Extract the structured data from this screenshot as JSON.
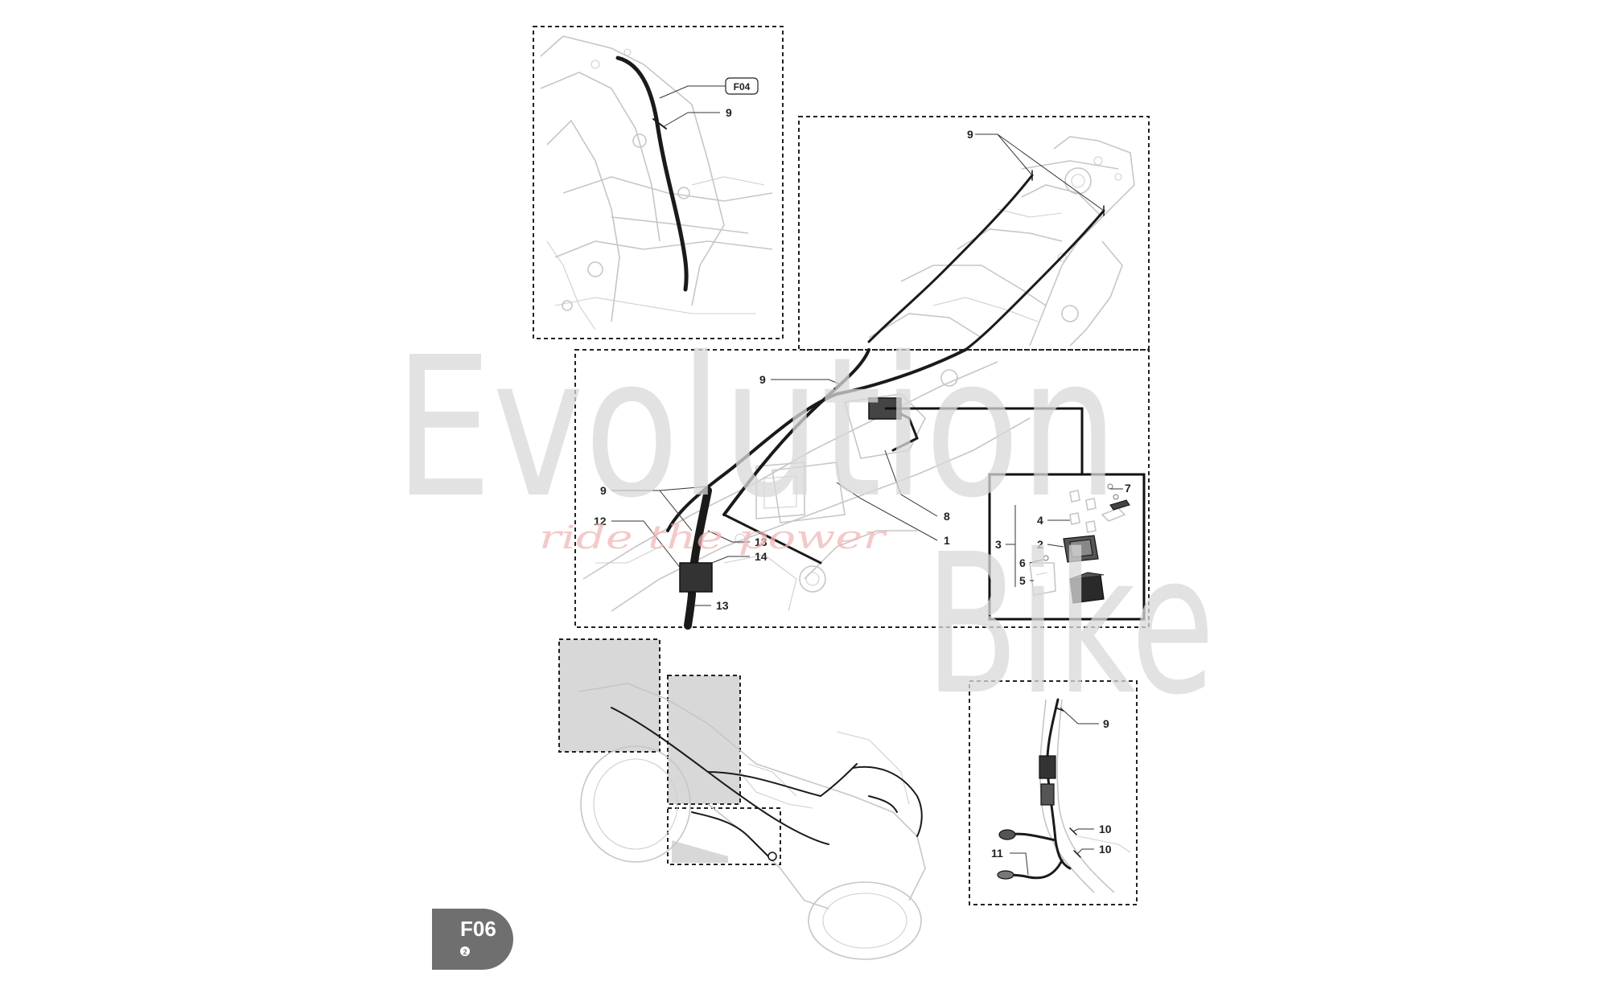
{
  "page_code": "F06",
  "page_badge": "2",
  "reference_tag": "F04",
  "watermark": {
    "line1": "Evolution",
    "line2": "Bike",
    "slogan": "ride the power"
  },
  "callouts": {
    "top_inset_9": "9",
    "rear_9_top": "9",
    "rear_9_mid": "9",
    "rear_9_left": "9",
    "c1": "1",
    "c8": "8",
    "c12": "12",
    "c13_a": "13",
    "c14": "14",
    "c13_b": "13",
    "kit_7": "7",
    "kit_4": "4",
    "kit_3": "3",
    "kit_2": "2",
    "kit_6": "6",
    "kit_5": "5",
    "lower_9": "9",
    "lower_10_a": "10",
    "lower_10_b": "10",
    "lower_11": "11"
  },
  "colors": {
    "tab_background": "#6f6f6f",
    "tab_text": "#ffffff",
    "harness": "#1a1a1a",
    "frame_lines": "#c6c6c6",
    "locator_fill": "#d8d8d8",
    "watermark_gray": "#d9d9d9",
    "watermark_red": "#f0b8b8"
  }
}
